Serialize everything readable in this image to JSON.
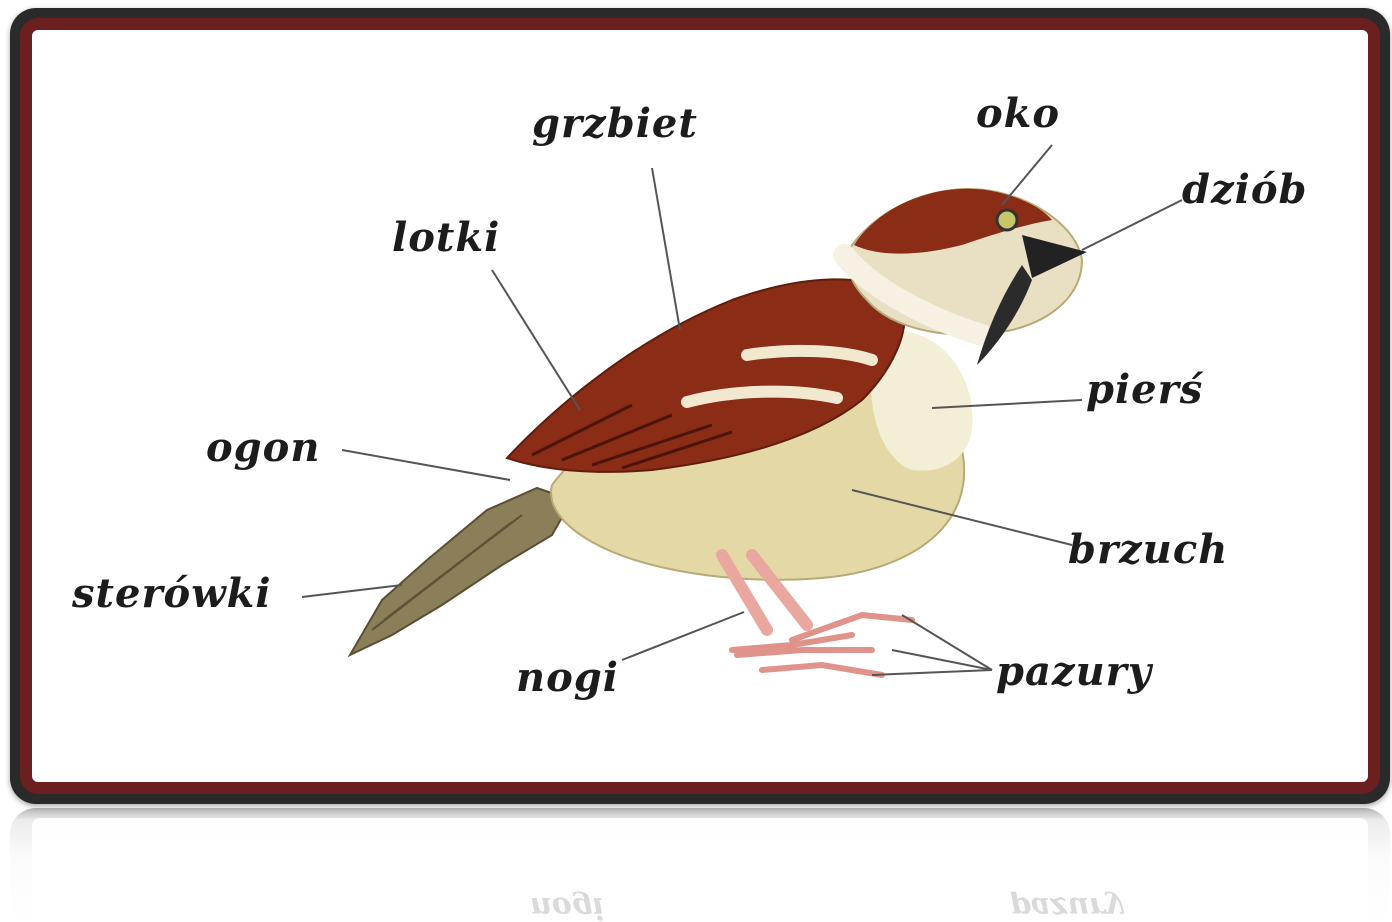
{
  "labels": {
    "grzbiet": "grzbiet",
    "oko": "oko",
    "dziob": "dziób",
    "lotki": "lotki",
    "piers": "pierś",
    "ogon": "ogon",
    "brzuch": "brzuch",
    "sterowki": "sterówki",
    "nogi": "nogi",
    "pazury": "pazury"
  },
  "colors": {
    "frame_outer": "#2a2a2a",
    "frame_inner": "#6b1f1f",
    "leader_line": "#555555",
    "bird_brown": "#8a2c16",
    "bird_cream": "#e9e0b5",
    "beak": "#222222",
    "legs": "#e9a7a0"
  }
}
